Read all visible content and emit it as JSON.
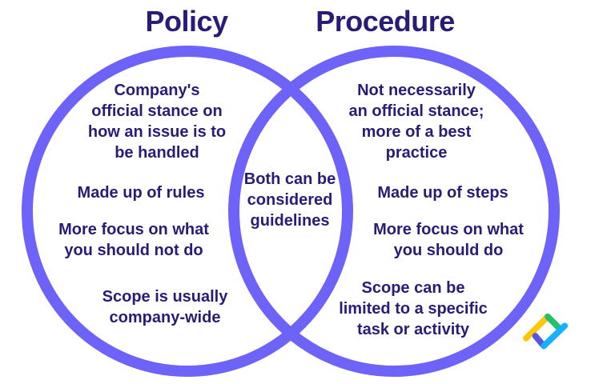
{
  "titles": {
    "left": "Policy",
    "right": "Procedure"
  },
  "left_items": [
    "Company's\nofficial stance on\nhow an issue is to\nbe handled",
    "Made up of rules",
    "More focus on what\nyou should not do",
    "Scope is usually\ncompany-wide"
  ],
  "overlap_text": "Both can be\nconsidered\nguidelines",
  "right_items": [
    "Not necessarily\nan official stance;\nmore of a best\npractice",
    "Made up of steps",
    "More focus on what\nyou should do",
    "Scope can be\nlimited to a specific\ntask or activity"
  ],
  "colors": {
    "background": "#FFFFFF",
    "circle_stroke": "#6E63F8",
    "text": "#2B1B79",
    "logo_yellow": "#FFC60A",
    "logo_green": "#27BE6C",
    "logo_indigo": "#5A55E0",
    "logo_cyan": "#16B1FF"
  }
}
